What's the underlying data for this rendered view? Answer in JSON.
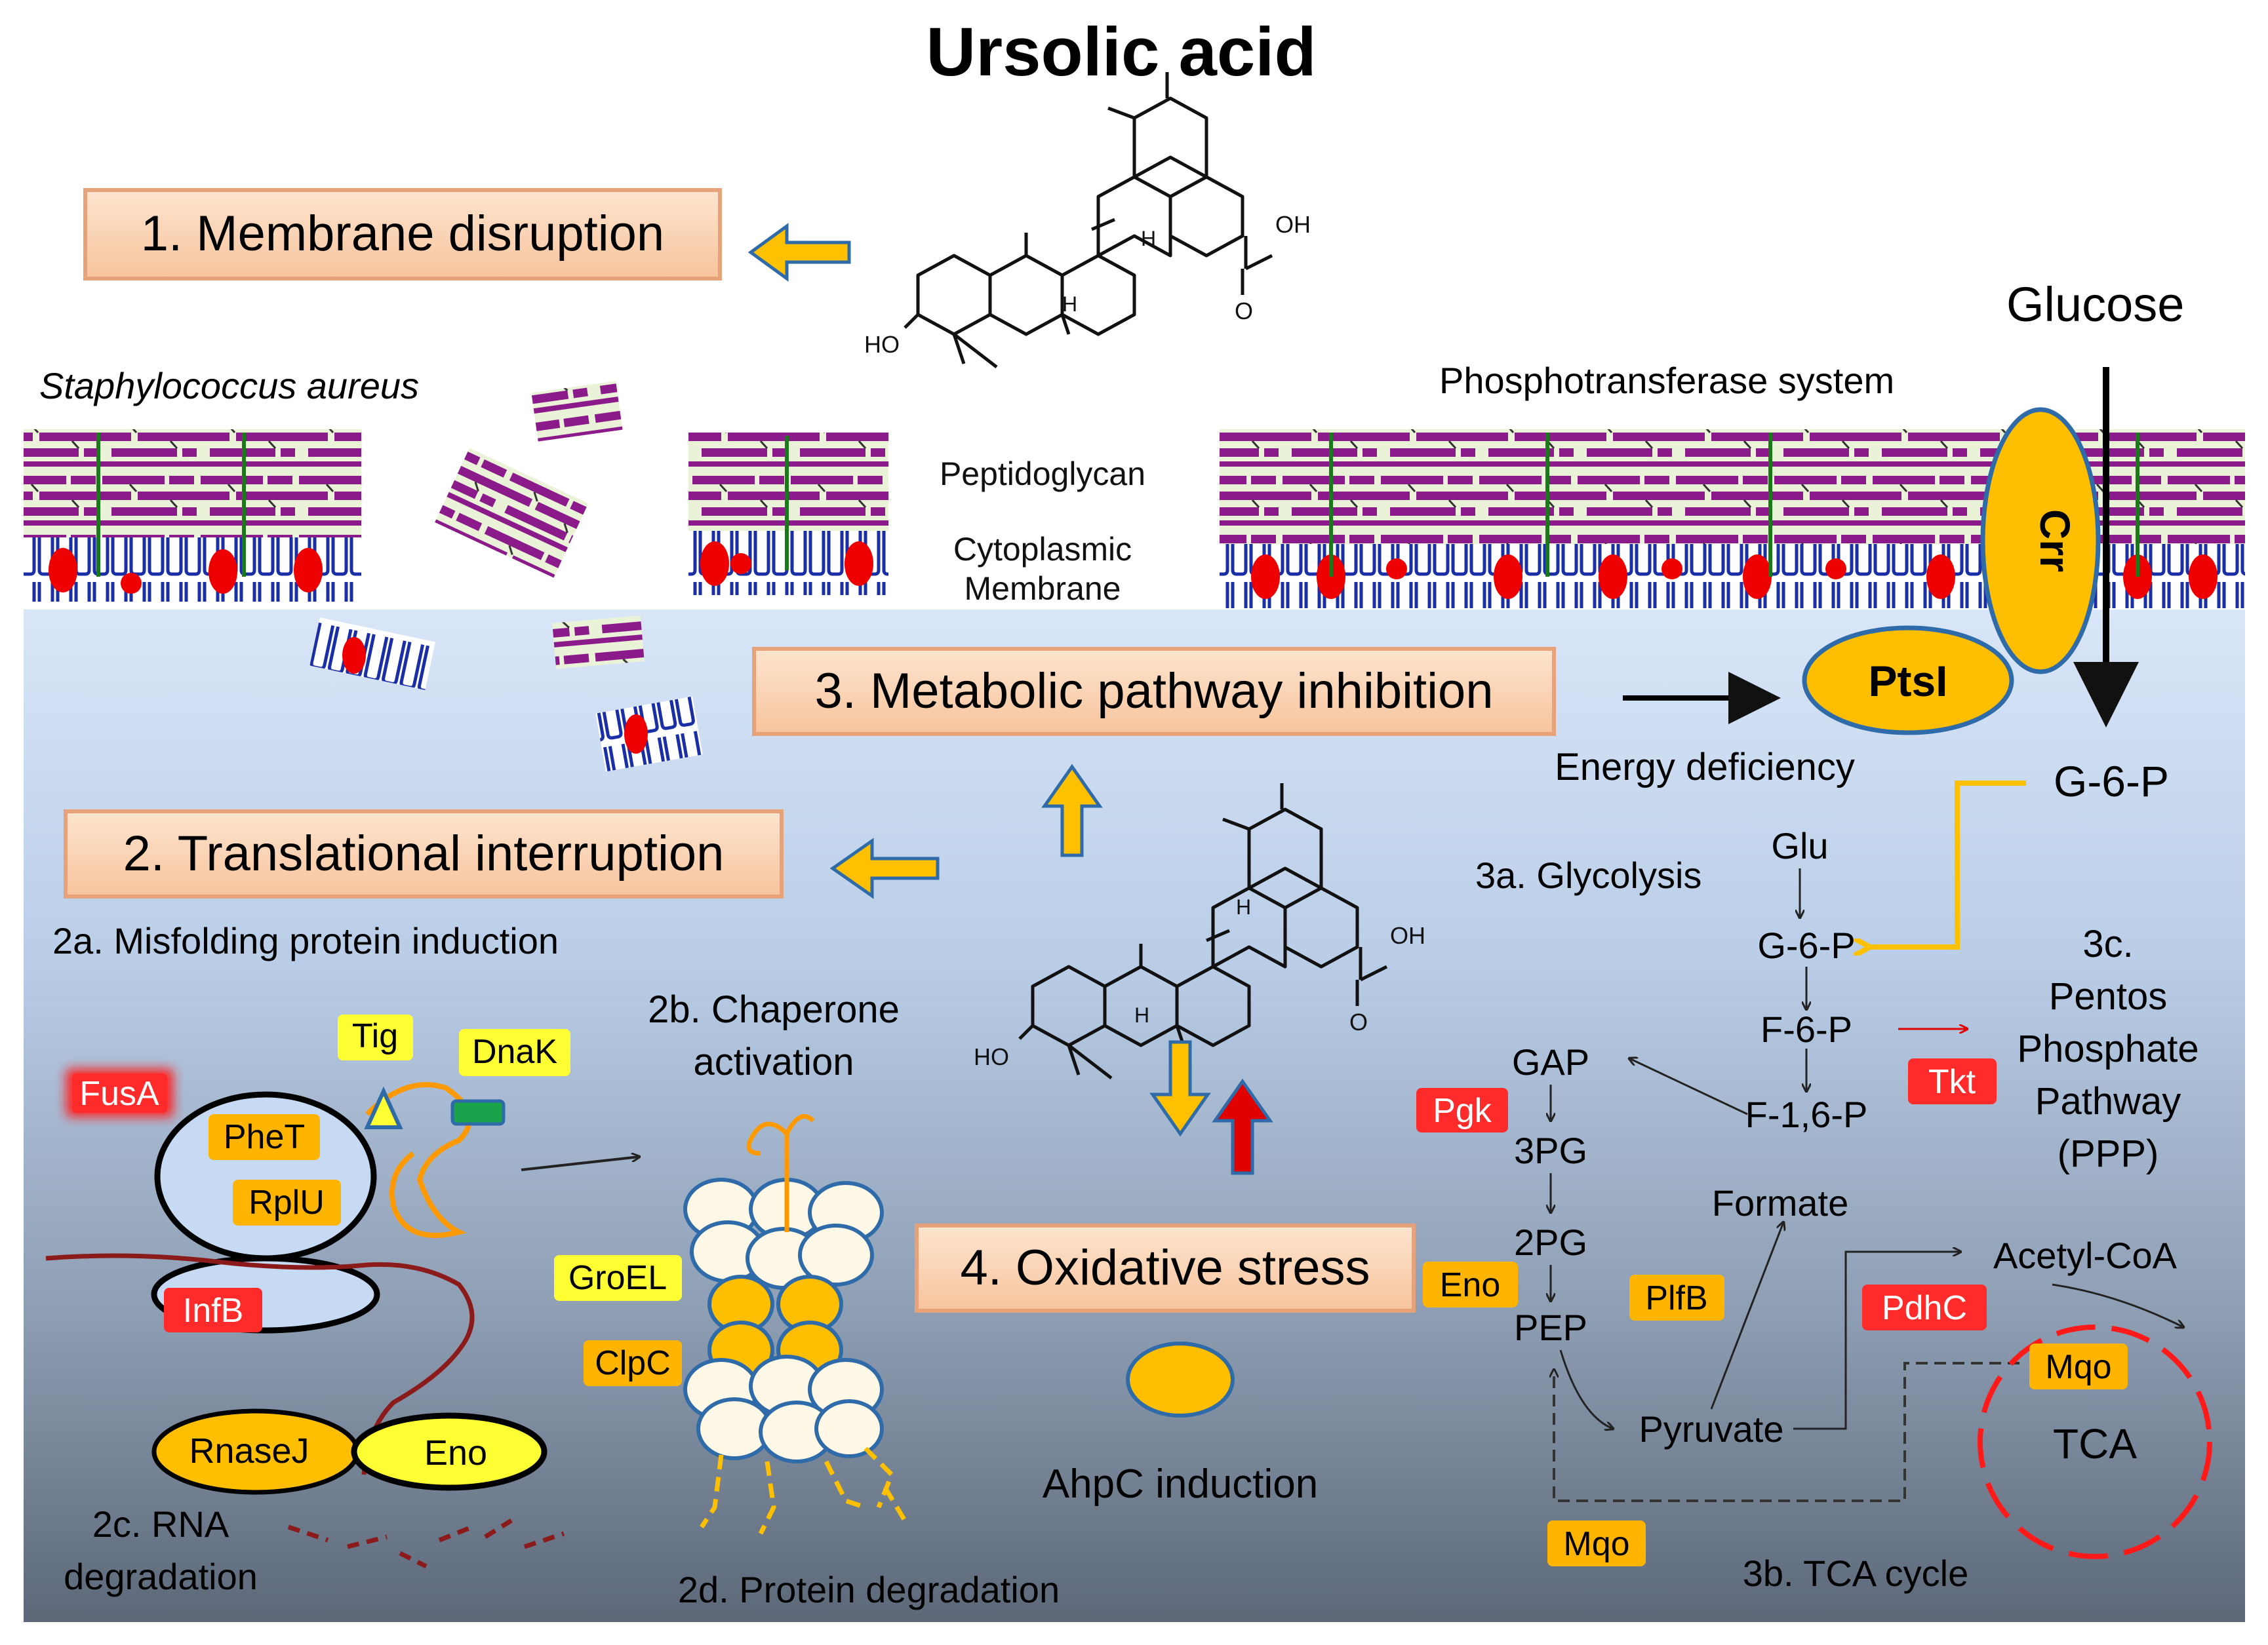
{
  "title": "Ursolic acid",
  "boxes": {
    "membrane": "1. Membrane disruption",
    "translational": "2. Translational interruption",
    "metabolic": "3. Metabolic pathway inhibition",
    "oxidative": "4. Oxidative stress"
  },
  "labels": {
    "organism": "Staphylococcus aureus",
    "peptidoglycan": "Peptidoglycan",
    "cyto1": "Cytoplasmic",
    "cyto2": "Membrane",
    "pts": "Phosphotransferase system",
    "glucose": "Glucose",
    "energy": "Energy deficiency",
    "misfold": "2a. Misfolding protein induction",
    "chap1": "2b. Chaperone",
    "chap2": "activation",
    "rna1": "2c. RNA",
    "rna2": "degradation",
    "protdeg": "2d. Protein degradation",
    "ahpc": "AhpC  induction",
    "glycolysis": "3a. Glycolysis",
    "tcacycle": "3b. TCA cycle",
    "ppp1": "3c.",
    "ppp2": "Pentos",
    "ppp3": "Phosphate",
    "ppp4": "Pathway",
    "ppp5": "(PPP)",
    "tca": "TCA"
  },
  "molecule": {
    "oh": "OH",
    "o": "O",
    "ho": "HO",
    "h": "H"
  },
  "metabolites": {
    "g6p_top": "G-6-P",
    "glu": "Glu",
    "g6p": "G-6-P",
    "f6p": "F-6-P",
    "f16p": "F-1,6-P",
    "gap": "GAP",
    "pg3": "3PG",
    "pg2": "2PG",
    "pep": "PEP",
    "pyruvate": "Pyruvate",
    "formate": "Formate",
    "acetylcoa": "Acetyl-CoA"
  },
  "proteins": {
    "crr": "Crr",
    "ptsi": "PtsI",
    "fusa": "FusA",
    "tig": "Tig",
    "dnak": "DnaK",
    "phet": "PheT",
    "rplu": "RplU",
    "infb": "InfB",
    "rnasej": "RnaseJ",
    "eno_left": "Eno",
    "groel": "GroEL",
    "clpc": "ClpC",
    "pgk": "Pgk",
    "eno_right": "Eno",
    "plfb": "PlfB",
    "tkt": "Tkt",
    "pdhc": "PdhC",
    "mqo_tca": "Mqo",
    "mqo_bottom": "Mqo"
  },
  "colors": {
    "box_fill": "#fcd5b4",
    "box_border": "#e8a27a",
    "arrow_orange": "#ffc000",
    "arrow_red": "#e00000",
    "tag_red": "#ff1a1a",
    "tag_orange": "#ffb400",
    "tag_yellow": "#ffff33",
    "membrane_purple": "#8b1a8b",
    "bg_top": "#dde8f7",
    "bg_bottom": "#5e6b7c"
  }
}
